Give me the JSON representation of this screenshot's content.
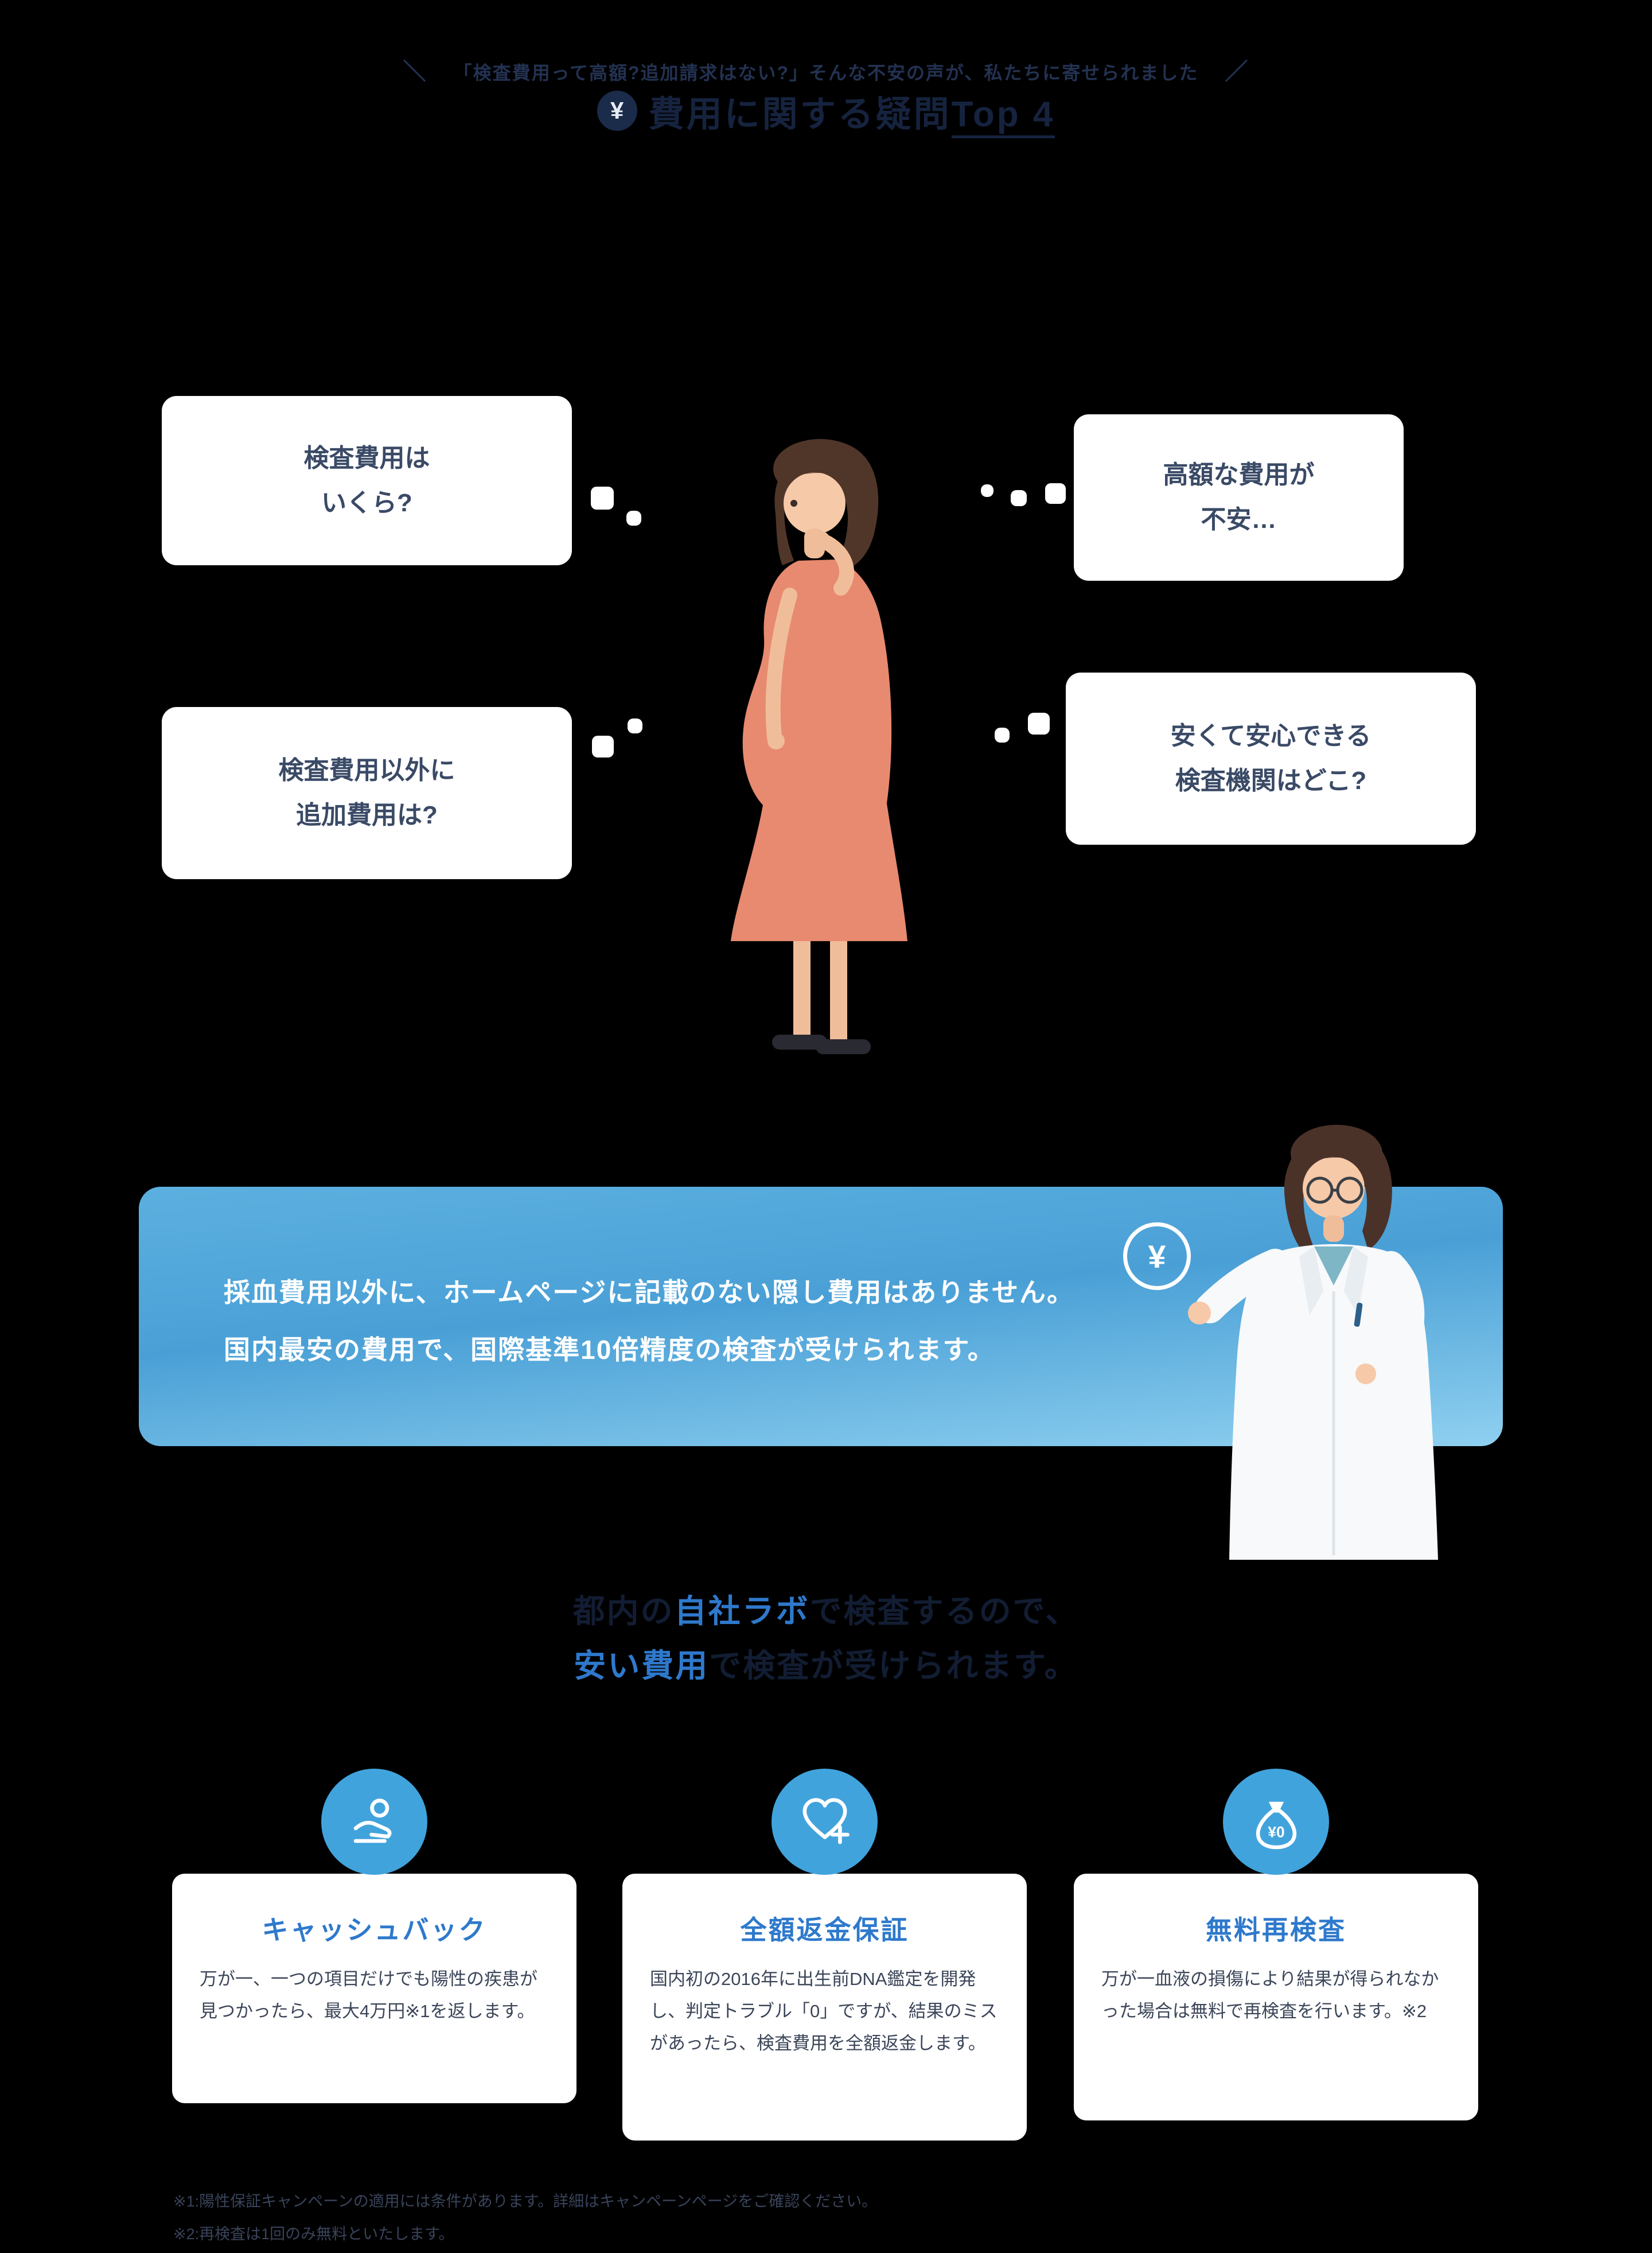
{
  "tagline": {
    "left_mark": "＼",
    "text": "「検査費用って高額?追加請求はない?」そんな不安の声が、私たちに寄せられました",
    "right_mark": "／"
  },
  "heading": {
    "yen": "¥",
    "prefix": "費用に関する疑問",
    "top": "Top 4"
  },
  "bubbles": {
    "top_left": {
      "line1": "検査費用は",
      "line2": "いくら?"
    },
    "top_right": {
      "line1": "高額な費用が",
      "line2": "不安…"
    },
    "bottom_left": {
      "line1": "検査費用以外に",
      "line2": "追加費用は?"
    },
    "bottom_right": {
      "line1": "安くて安心できる",
      "line2": "検査機関はどこ?"
    }
  },
  "banner": {
    "yen": "¥",
    "line1": "採血費用以外に、ホームページに記載のない隠し費用はありません。",
    "line2": "国内最安の費用で、国際基準10倍精度の検査が受けられます。"
  },
  "labo_heading": {
    "line1_pre": "都内の",
    "line1_accent": "自社ラボ",
    "line1_post": "で検査するので、",
    "line2_accent": "安い費用",
    "line2_post": "で検査が受けられます。"
  },
  "cards": [
    {
      "title": "キャッシュバック",
      "body": "万が一、一つの項目だけでも陽性の疾患が見つかったら、最大4万円※1を返します。",
      "icon": "cashback-hand-icon"
    },
    {
      "title": "全額返金保証",
      "body": "国内初の2016年に出生前DNA鑑定を開発し、判定トラブル「0」ですが、結果のミスがあったら、検査費用を全額返金します。",
      "icon": "heart-plus-icon"
    },
    {
      "title": "無料再検査",
      "body": "万が一血液の損傷により結果が得られなかった場合は無料で再検査を行います。※2",
      "icon": "money-bag-icon",
      "icon_label": "¥0"
    }
  ],
  "footnotes": [
    "※1:陽性保証キャンペーンの適用には条件があります。詳細はキャンペーンページをご確認ください。",
    "※2:再検査は1回のみ無料といたします。"
  ],
  "colors": {
    "accent-blue": "#2e79cc",
    "bubble-text": "#3a4a66",
    "banner-top": "#5cb0e0",
    "banner-bottom": "#8fd0f0",
    "icon-blue": "#41a3dc"
  }
}
